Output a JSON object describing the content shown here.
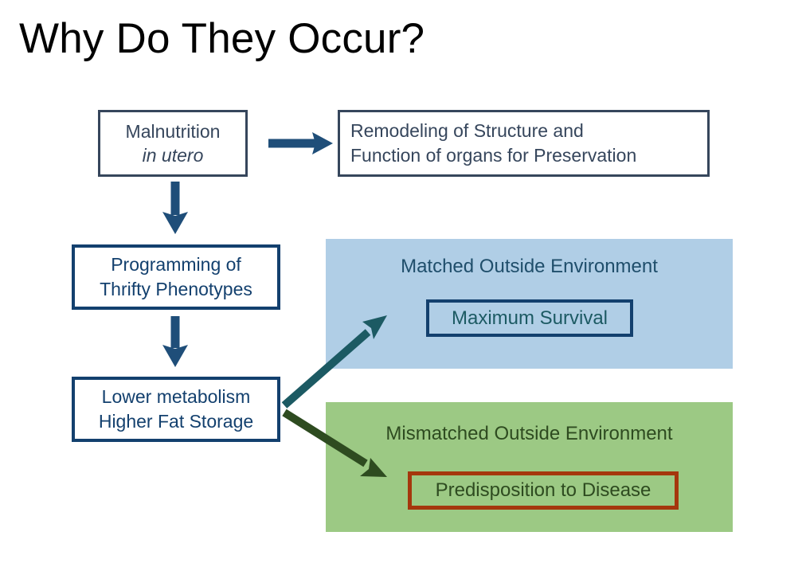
{
  "slide": {
    "title": "Why Do They Occur?",
    "background_color": "#FFFFFF"
  },
  "boxes": {
    "malnutrition": {
      "name": "malnutrition-in-utero",
      "line1": "Malnutrition",
      "line2": "in utero",
      "line2_style": "italic",
      "border_color": "#36465C",
      "text_color": "#36465C"
    },
    "remodeling": {
      "name": "remodeling-of-structure",
      "line1": "Remodeling of Structure and",
      "line2": "Function of organs for Preservation",
      "border_color": "#36465C",
      "text_color": "#36465C"
    },
    "programming": {
      "name": "programming-of-thrifty-phenotypes",
      "line1": "Programming of",
      "line2": "Thrifty Phenotypes",
      "border_color": "#13406E",
      "text_color": "#13406E"
    },
    "metabolism": {
      "name": "lower-metabolism-higher-fat-storage",
      "line1": "Lower metabolism",
      "line2": "Higher Fat Storage",
      "border_color": "#13406E",
      "text_color": "#13406E"
    }
  },
  "panels": {
    "matched": {
      "heading": "Matched Outside Environment",
      "fill_color": "#B0CEE6",
      "heading_color": "#1F4E6B",
      "outcome": {
        "label": "Maximum Survival",
        "border_color": "#13406E",
        "text_color": "#1C5A63"
      }
    },
    "mismatched": {
      "heading": "Mismatched Outside Environment",
      "fill_color": "#9CC984",
      "heading_color": "#2E4B20",
      "outcome": {
        "label": "Predisposition to Disease",
        "border_color": "#A5370D",
        "text_color": "#2E4B20"
      }
    }
  },
  "arrows": {
    "malnutrition_to_remodeling": {
      "name": "arrow-malnutrition-to-remodeling",
      "direction": "right",
      "color": "#1F4E79"
    },
    "malnutrition_to_programming": {
      "name": "arrow-malnutrition-to-programming",
      "direction": "down",
      "color": "#1F4E79"
    },
    "programming_to_metabolism": {
      "name": "arrow-programming-to-metabolism",
      "direction": "down",
      "color": "#1F4E79"
    },
    "metabolism_to_matched": {
      "name": "arrow-metabolism-to-matched",
      "direction": "up-right",
      "color": "#1C5A63"
    },
    "metabolism_to_mismatched": {
      "name": "arrow-metabolism-to-mismatched",
      "direction": "down-right",
      "color": "#2E4B20"
    }
  }
}
